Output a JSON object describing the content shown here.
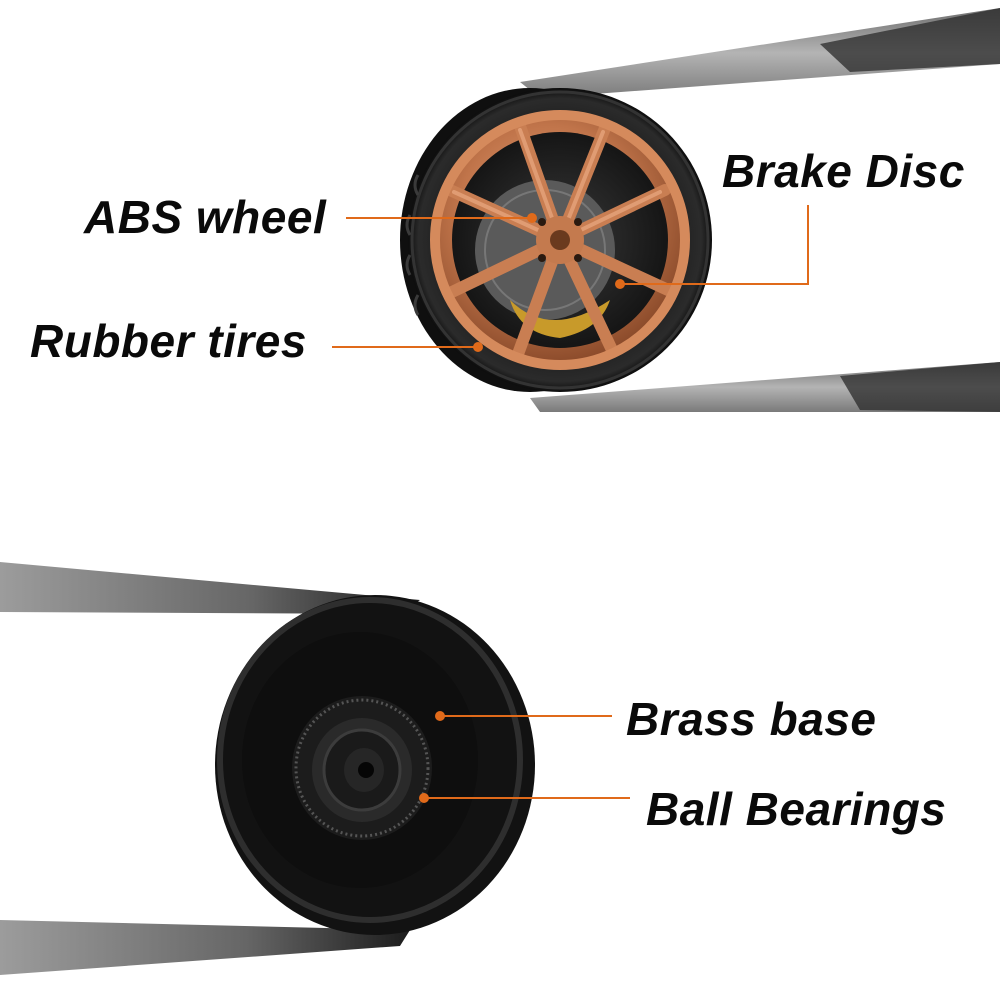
{
  "labels": {
    "abs_wheel": "ABS wheel",
    "rubber_tires": "Rubber tires",
    "brake_disc": "Brake Disc",
    "brass_base": "Brass base",
    "ball_bearings": "Ball Bearings"
  },
  "colors": {
    "callout_line": "#e06a1a",
    "rim_bronze": "#c0744a",
    "tire_black": "#141414",
    "tweezer_steel": "#9a9a9a",
    "label_text": "#0a0a0a"
  }
}
